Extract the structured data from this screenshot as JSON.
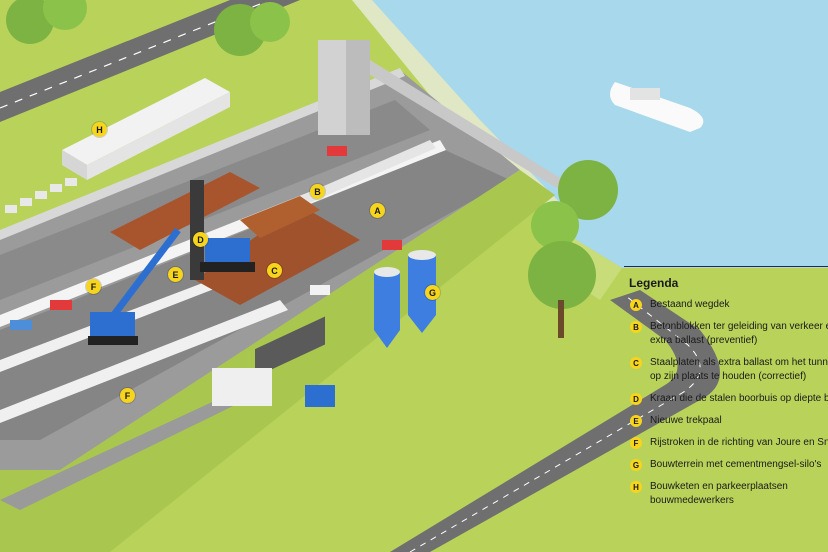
{
  "legend": {
    "title": "Legenda",
    "items": [
      {
        "key": "A",
        "lines": [
          "Bestaand wegdek"
        ]
      },
      {
        "key": "B",
        "lines": [
          "Betonblokken ter geleiding van verkeer en",
          "extra ballast (preventief)"
        ]
      },
      {
        "key": "C",
        "lines": [
          "Staalplaten als extra ballast om het tunneldak",
          "op zijn plaats te houden (correctief)"
        ]
      },
      {
        "key": "D",
        "lines": [
          "Kraan die de stalen boorbuis op diepte boort"
        ]
      },
      {
        "key": "E",
        "lines": [
          "Nieuwe trekpaal"
        ]
      },
      {
        "key": "F",
        "lines": [
          "Rijstroken in de richting van Joure en Sneek"
        ]
      },
      {
        "key": "G",
        "lines": [
          "Bouwterrein met cementmengsel-silo's"
        ]
      },
      {
        "key": "H",
        "lines": [
          "Bouwketen en parkeerplaatsen",
          "bouwmedewerkers"
        ]
      }
    ]
  },
  "markers": {
    "a": "A",
    "b": "B",
    "c": "C",
    "d": "D",
    "e": "E",
    "f1": "F",
    "f2": "F",
    "g": "G",
    "h": "H"
  },
  "colors": {
    "grass": "#b9d35a",
    "water": "#a8d8ec",
    "road": "#8c8c8c",
    "steel_plate": "#a0522d",
    "crane": "#2d6fd1",
    "marker": "#f7d51c"
  }
}
